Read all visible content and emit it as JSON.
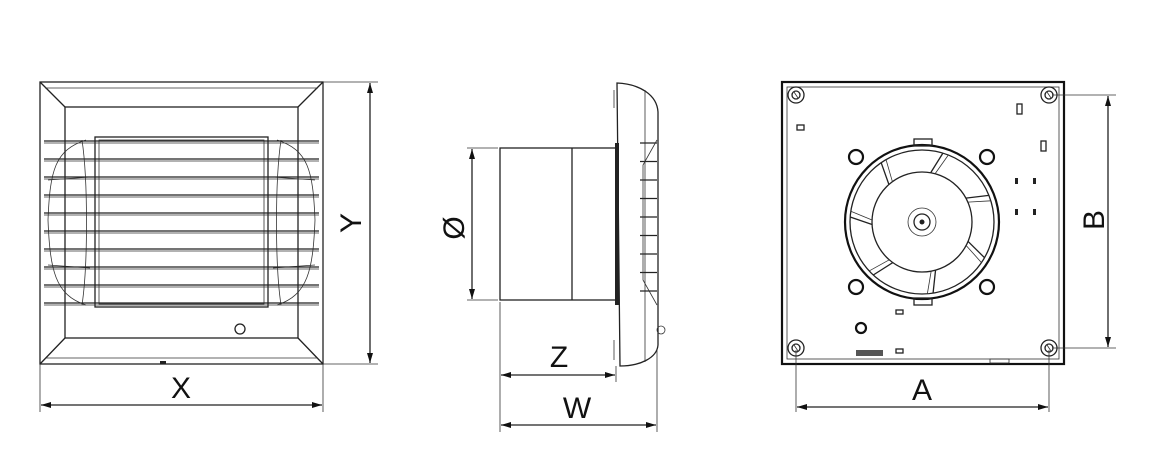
{
  "views": {
    "front": {
      "dimension_labels": {
        "width": "X",
        "height": "Y"
      }
    },
    "side": {
      "dimension_labels": {
        "diameter": "Ø",
        "duct_depth": "Z",
        "total_depth": "W"
      }
    },
    "back": {
      "dimension_labels": {
        "hole_spacing_horizontal": "A",
        "hole_spacing_vertical": "B"
      }
    }
  },
  "colors": {
    "line": "#222222",
    "background": "#ffffff"
  }
}
